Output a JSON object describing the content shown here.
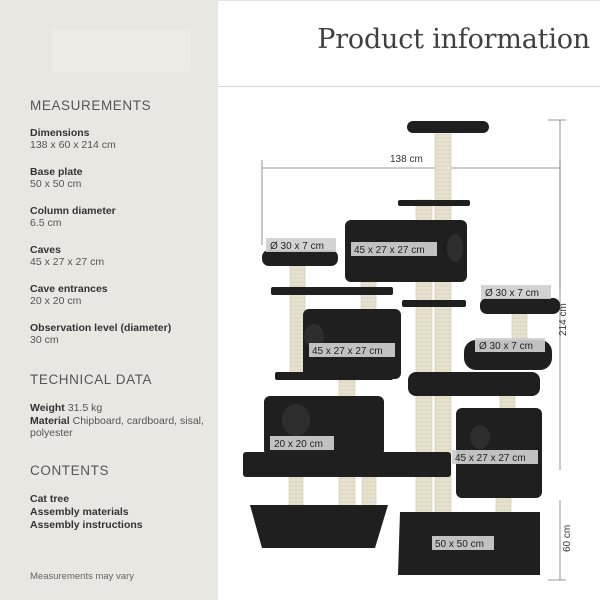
{
  "page": {
    "title": "Product information"
  },
  "measurements": {
    "heading": "MEASUREMENTS",
    "items": [
      {
        "label": "Dimensions",
        "value": "138 x 60 x 214 cm"
      },
      {
        "label": "Base plate",
        "value": "50 x 50 cm"
      },
      {
        "label": "Column diameter",
        "value": "6.5 cm"
      },
      {
        "label": "Caves",
        "value": "45 x 27 x 27 cm"
      },
      {
        "label": "Cave entrances",
        "value": "20 x 20 cm"
      },
      {
        "label": "Observation level (diameter)",
        "value": "30 cm"
      }
    ]
  },
  "technical": {
    "heading": "TECHNICAL DATA",
    "weight_label": "Weight",
    "weight_value": "31.5 kg",
    "material_label": "Material",
    "material_value": "Chipboard, cardboard, sisal, polyester"
  },
  "contents": {
    "heading": "CONTENTS",
    "items": [
      "Cat tree",
      "Assembly materials",
      "Assembly instructions"
    ]
  },
  "footnote": "Measurements may vary",
  "diagram": {
    "width_label": "138 cm",
    "height_label": "214 cm",
    "depth_label": "60 cm",
    "tags": {
      "platform_left": "Ø 30 x 7 cm",
      "cave_top": "45 x 27 x 27 cm",
      "platform_right_top": "Ø 30 x 7 cm",
      "cave_mid": "45 x 27 x 27 cm",
      "platform_right_mid": "Ø 30 x 7 cm",
      "entrance": "20 x 20 cm",
      "cave_right": "45 x 27 x 27 cm",
      "base_plate": "50 x 50 cm"
    },
    "colors": {
      "furniture": "#1f1f1f",
      "sisal": "#e7e2cf",
      "tag_bg": "#cfcfcf"
    }
  }
}
